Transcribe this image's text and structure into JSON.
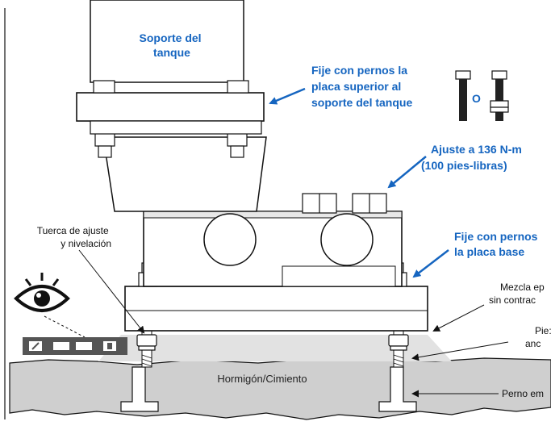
{
  "labels": {
    "tank_support": [
      "Soporte del",
      "tanque"
    ],
    "bolt_top_plate": [
      "Fije con pernos la",
      "placa superior al",
      "soporte del tanque"
    ],
    "or_text": "O",
    "torque": [
      "Ajuste a 136 N-m",
      "(100 pies-libras)"
    ],
    "bolt_base_plate": [
      "Fije con pernos",
      "la placa base"
    ],
    "leveling_nut": [
      "Tuerca de ajuste",
      "y nivelación"
    ],
    "epoxy": [
      "Mezcla ep",
      "sin contrac"
    ],
    "anchor_piece": [
      "Pie:",
      "anc"
    ],
    "foundation": "Hormigón/Cimiento",
    "embedded_bolt": "Perno em"
  },
  "colors": {
    "accent_blue": "#1565c0",
    "concrete": "#cfcfcf",
    "epoxy": "#e2e2e2",
    "outline": "#111111",
    "level_bar": "#555555"
  },
  "icons": [
    "eye-icon",
    "spirit-level-icon",
    "bolt-icon"
  ]
}
